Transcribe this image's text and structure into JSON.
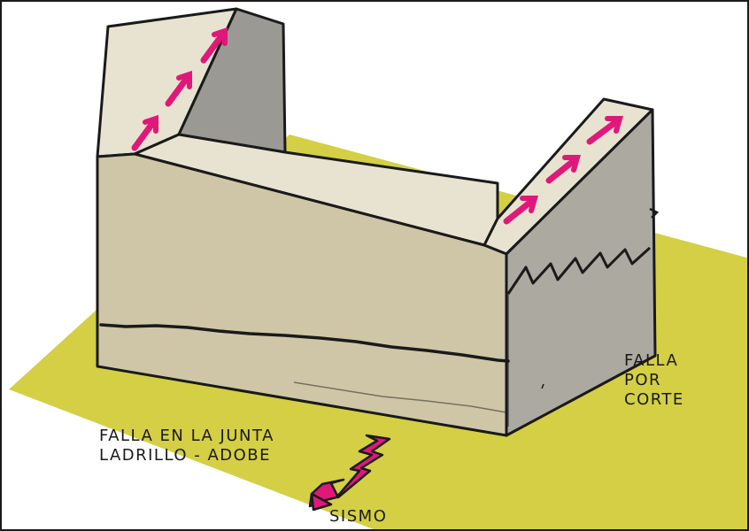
{
  "labels": {
    "joint_failure": [
      "FALLA EN LA JUNTA",
      "LADRILLO - ADOBE"
    ],
    "shear_failure": [
      "FALLA",
      "POR",
      "CORTE"
    ],
    "seismic": "SISMO"
  },
  "colors": {
    "ground": "#d4cf45",
    "wall_front": "#cfc6a8",
    "wall_top": "#e8e3d1",
    "wall_side": "#aba9a0",
    "wall_inner": "#9a9993",
    "arrow": "#e0187a",
    "outline": "#1a1a1a"
  },
  "icons": [
    "direction-arrow-icon",
    "seismic-arrow-icon"
  ]
}
